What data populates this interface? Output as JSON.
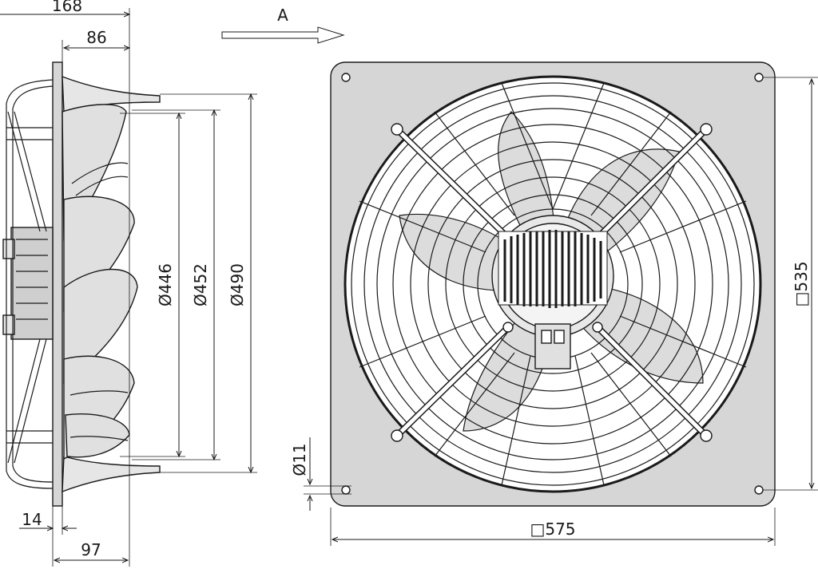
{
  "dimensions": {
    "depth_total": "168",
    "depth_mount": "86",
    "plate_thickness": "14",
    "depth_front": "97",
    "diameter_inner": "Ø446",
    "diameter_blade": "Ø452",
    "diameter_guard": "Ø490",
    "hole_diameter": "Ø11",
    "hole_spacing": "□535",
    "plate_size": "□575"
  },
  "view_arrow_label": "A",
  "colors": {
    "line": "#1a1a1a",
    "plate_fill": "#d6d6d6",
    "blade_fill": "#e0e0e0",
    "background": "#ffffff"
  }
}
